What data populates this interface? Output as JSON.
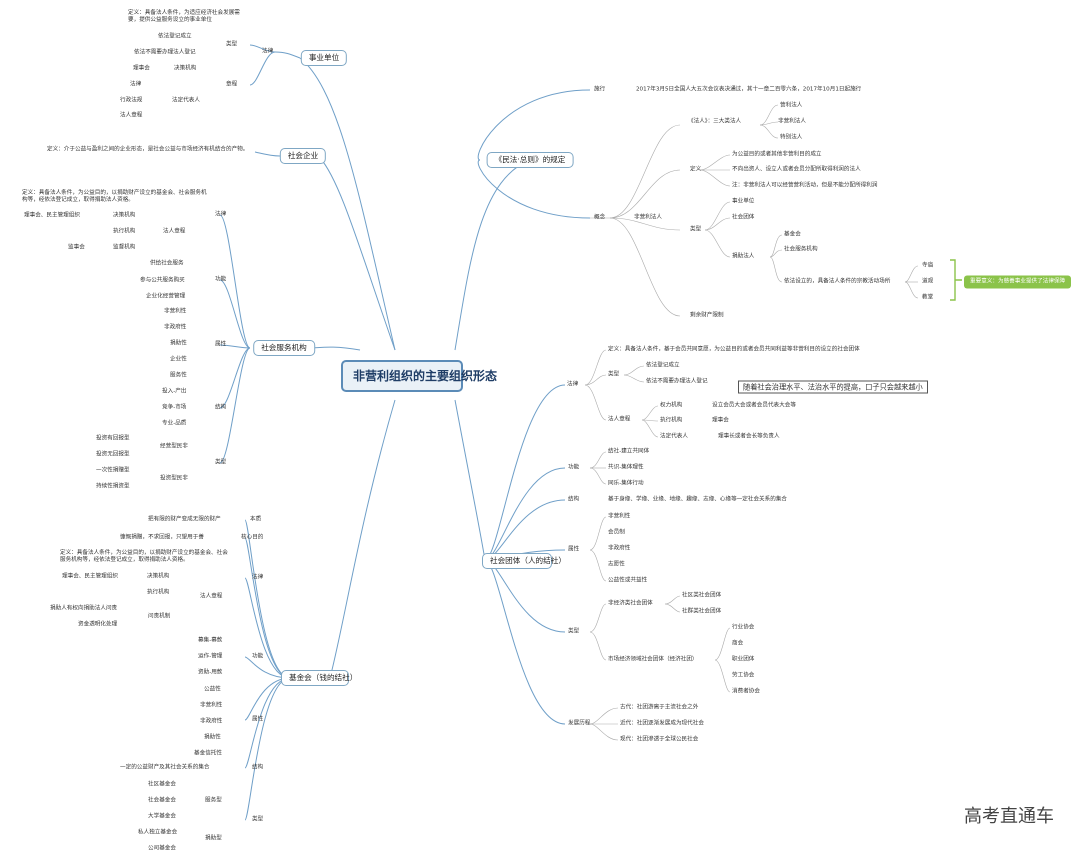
{
  "root": "非营利组织的主要组织形态",
  "watermark": "高考直通车",
  "branches": {
    "shiye": {
      "title": "事业单位",
      "law": "法律",
      "type": "类型",
      "rules": "章程",
      "def": "定义：具备法人条件，为适应经济社会发展需要，提供公益服务设立的事业单位",
      "t1": "依法登记成立",
      "t2": "依法不需要办理法人登记",
      "r1": "理事会",
      "r2": "决策机构",
      "r3": "法律",
      "r4": "法定代表人",
      "r5": "行政法规",
      "r6": "法人章程"
    },
    "shehuiqiye": {
      "title": "社会企业",
      "def": "定义：介于公益与盈利之间的企业形态，是社会公益与市场经济有机结合的产物。"
    },
    "fuwu": {
      "title": "社会服务机构",
      "law": "法律",
      "def": "定义：具备法人条件，为公益目的，以捐助财产设立的基金会、社会服务机构等，经依法登记成立，取得捐助法人资格。",
      "zhangcheng": "法人章程",
      "l1": "理事会、民主管理组织",
      "l2": "决策机构",
      "l3": "执行机构",
      "l4": "监事会",
      "l5": "监督机构",
      "func": "功能",
      "f1": "供给社会服务",
      "f2": "参与公共服务购买",
      "f3": "企业化经营管理",
      "attr": "属性",
      "a1": "非营利性",
      "a2": "非政府性",
      "a3": "捐助性",
      "a4": "企业性",
      "a5": "服务性",
      "struct": "结构",
      "s1": "投入-产出",
      "s2": "竞争-市场",
      "s3": "专业-品质",
      "type": "类型",
      "ty1": "经营型民非",
      "ty2": "投资型民非",
      "ty1a": "投资有回报型",
      "ty1b": "投资无回报型",
      "ty2a": "一次性捐赠型",
      "ty2b": "持续性捐资型"
    },
    "jijinhui": {
      "title": "基金会（钱的结社）",
      "essence": "本质",
      "essence_v": "把有限的财产变成无限的财产",
      "purpose": "核心目的",
      "purpose_v": "慷慨捐赠，不求回报，只望用于善",
      "law": "法律",
      "def": "定义：具备法人条件，为公益目的，以捐助财产设立的基金会、社会服务机构等，经依法登记成立，取得捐助法人资格。",
      "zhangcheng": "法人章程",
      "z1": "理事会、民主管理组织",
      "z2": "决策机构",
      "z3": "执行机构",
      "z4": "捐助人有权向捐助法人问责",
      "z5": "资金透明化处理",
      "z6": "问责机制",
      "func": "功能",
      "f1": "募集-募款",
      "f2": "运作-管理",
      "f3": "资助-用款",
      "attr": "属性",
      "a1": "公益性",
      "a2": "非营利性",
      "a3": "非政府性",
      "a4": "捐助性",
      "a5": "基金信托性",
      "struct": "结构",
      "struct_v": "一定的公益财产及其社会关系的集合",
      "type": "类型",
      "t1": "社区基金会",
      "t2": "社会基金会",
      "t3": "大学基金会",
      "t4": "私人独立基金会",
      "t5": "公司基金会",
      "ta": "服务型",
      "tb": "捐助型"
    },
    "minfa": {
      "title": "《民法·总则》的规定",
      "impl": "施行",
      "impl_v": "2017年3月5日全国人大五次会议表决通过，其十一章二百零六条，2017年10月1日起施行",
      "concept": "概念",
      "nonprofit": "非营利法人",
      "three": "《法人》：三大类法人",
      "p1": "营利法人",
      "p2": "非营利法人",
      "p3": "特别法人",
      "def": "定义",
      "d1": "为公益目的或者其他非营利目的成立",
      "d2": "不向出资人、设立人或者会员分配所取得利润的法人",
      "d3": "注：非营利法人可以经营营利活动，但是不能分配所得利润",
      "type": "类型",
      "t1": "事业单位",
      "t2": "社会团体",
      "t3": "捐助法人",
      "t3a": "基金会",
      "t3b": "社会服务机构",
      "t3c": "依法设立的，具备法人条件的宗教活动场所",
      "t4": "剩余财产限制",
      "tc1": "寺庙",
      "tc2": "道观",
      "tc3": "教堂",
      "note": "重要意义：为慈善事业提供了法律保障"
    },
    "tuanti": {
      "title": "社会团体（人的结社）",
      "law": "法律",
      "def": "定义：具备法人条件，基于会员共同意愿，为公益目的或者会员共同利益等非营利目的设立的社会团体",
      "type": "类型",
      "ty1": "依法登记成立",
      "ty2": "依法不需要办理法人登记",
      "ty2_note": "随着社会治理水平、法治水平的提高，口子只会越来越小",
      "zhangcheng": "法人章程",
      "z1": "权力机构",
      "z1v": "设立会员大会或者会员代表大会等",
      "z2": "执行机构",
      "z2v": "理事会",
      "z3": "法定代表人",
      "z3v": "理事长或者会长等负责人",
      "func": "功能",
      "f1": "结社-建立共同体",
      "f2": "共识-集体理性",
      "f3": "同乐-集体行动",
      "struct": "结构",
      "struct_v": "基于身缘、学缘、业缘、地缘、趣缘、志缘、心缘等一定社会关系的集合",
      "attr": "属性",
      "a1": "非营利性",
      "a2": "会员制",
      "a3": "非政府性",
      "a4": "志愿性",
      "a5": "公益性或共益性",
      "type2": "类型",
      "c1": "非经济类社会团体",
      "c1a": "社区类社会团体",
      "c1b": "社群类社会团体",
      "c2": "市场经济领域社会团体（经济社团）",
      "c2a": "行业协会",
      "c2b": "商会",
      "c2c": "职业团体",
      "c2d": "劳工协会",
      "c2e": "消费者协会",
      "hist": "发展历程",
      "h1": "古代：社团游离于主流社会之外",
      "h2": "近代：社团逐渐发展成为现代社会",
      "h3": "现代：社团渗透于全球公民社会"
    }
  }
}
